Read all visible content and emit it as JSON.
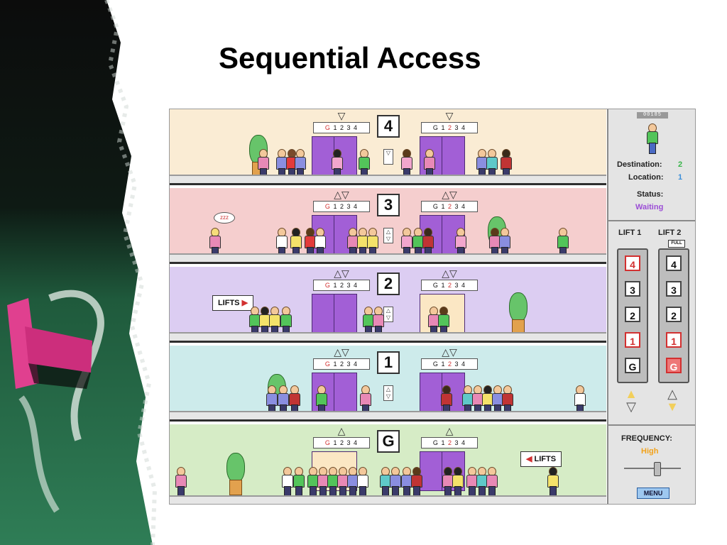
{
  "slide": {
    "title": "Sequential Access"
  },
  "floors": [
    {
      "id": "4",
      "label": "4",
      "bg": "#faecd4",
      "lift1_indicator": [
        "G",
        "1",
        "2",
        "3",
        "4"
      ],
      "lift2_indicator": [
        "G",
        "1",
        "2",
        "3",
        "4"
      ]
    },
    {
      "id": "3",
      "label": "3",
      "bg": "#f5cece",
      "lift1_indicator": [
        "G",
        "1",
        "2",
        "3",
        "4"
      ],
      "lift2_indicator": [
        "G",
        "1",
        "2",
        "3",
        "4"
      ]
    },
    {
      "id": "2",
      "label": "2",
      "bg": "#dccdf2",
      "lift1_indicator": [
        "G",
        "1",
        "2",
        "3",
        "4"
      ],
      "lift2_indicator": [
        "G",
        "1",
        "2",
        "3",
        "4"
      ],
      "sign": "LIFTS"
    },
    {
      "id": "1",
      "label": "1",
      "bg": "#cdebeb",
      "lift1_indicator": [
        "G",
        "1",
        "2",
        "3",
        "4"
      ],
      "lift2_indicator": [
        "G",
        "1",
        "2",
        "3",
        "4"
      ]
    },
    {
      "id": "G",
      "label": "G",
      "bg": "#d6ecc6",
      "lift1_indicator": [
        "G",
        "1",
        "2",
        "3",
        "4"
      ],
      "lift2_indicator": [
        "G",
        "1",
        "2",
        "3",
        "4"
      ],
      "sign": "LIFTS"
    }
  ],
  "speech_bubble": "zzz",
  "panel": {
    "counter": "00185",
    "destination_label": "Destination:",
    "destination_value": "2",
    "location_label": "Location:",
    "location_value": "1",
    "status_label": "Status:",
    "status_value": "Waiting",
    "lift1_label": "LIFT 1",
    "lift2_label": "LIFT 2",
    "full_badge": "FULL",
    "lift1_buttons": [
      "4",
      "3",
      "2",
      "1",
      "G"
    ],
    "lift2_buttons": [
      "4",
      "3",
      "2",
      "1",
      "G"
    ],
    "frequency_label": "FREQUENCY:",
    "frequency_value": "High",
    "menu_label": "MENU",
    "colors": {
      "destination": "#39b54a",
      "location": "#3b8fd9",
      "status": "#9b4dd6",
      "frequency": "#f2a21b"
    }
  }
}
